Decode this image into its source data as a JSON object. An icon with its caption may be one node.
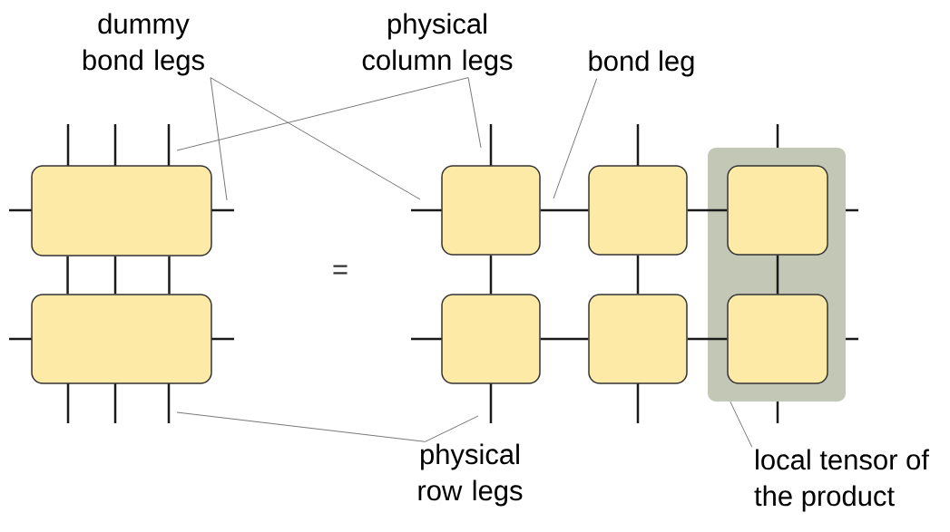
{
  "diagram": {
    "nodes": [
      {
        "text": [
          "dummy bond legs"
        ]
      },
      {
        "text": [
          "physical column legs"
        ]
      },
      {
        "text": [
          "bond leg"
        ]
      },
      {
        "text": [],
        "shape": "box"
      },
      {
        "text": [],
        "shape": "box"
      },
      {
        "text": [],
        "shape": "box"
      },
      {
        "text": [],
        "shape": "box"
      },
      {
        "text": [],
        "shape": "band"
      },
      {
        "text": [],
        "shape": "box",
        "in": 7
      },
      {
        "text": [],
        "shape": "box"
      },
      {
        "text": [],
        "shape": "box"
      },
      {
        "text": [],
        "shape": "box",
        "in": 7
      },
      {
        "text": [
          "physical row legs"
        ]
      },
      {
        "text": [
          "local tensor of the product"
        ]
      }
    ],
    "edges": [
      {
        "from": 3,
        "to": 4,
        "arrow": "none"
      },
      {
        "from": 3,
        "to": 4,
        "arrow": "none"
      },
      {
        "from": 3,
        "to": 4,
        "arrow": "none"
      },
      {
        "from": 5,
        "to": 6,
        "arrow": "none"
      },
      {
        "from": 6,
        "to": 8,
        "arrow": "none"
      },
      {
        "from": 9,
        "to": 10,
        "arrow": "none"
      },
      {
        "from": 10,
        "to": 11,
        "arrow": "none"
      },
      {
        "from": 5,
        "to": 9,
        "arrow": "none"
      },
      {
        "from": 6,
        "to": 10,
        "arrow": "none"
      },
      {
        "from": 8,
        "to": 11,
        "arrow": "none"
      },
      {
        "from": 0,
        "to": null,
        "arrow": "none",
        "color": "#555555"
      },
      {
        "from": 0,
        "to": null,
        "arrow": "none",
        "color": "#555555"
      },
      {
        "from": 1,
        "to": null,
        "arrow": "none",
        "color": "#555555"
      },
      {
        "from": 1,
        "to": null,
        "arrow": "none",
        "color": "#555555"
      },
      {
        "from": 2,
        "to": null,
        "arrow": "none",
        "color": "#555555"
      },
      {
        "from": 12,
        "to": null,
        "arrow": "none",
        "color": "#555555"
      },
      {
        "from": 12,
        "to": null,
        "arrow": "none",
        "color": "#555555"
      },
      {
        "from": 13,
        "to": 7,
        "arrow": "none",
        "color": "#555555"
      }
    ],
    "labels": [
      "="
    ]
  }
}
